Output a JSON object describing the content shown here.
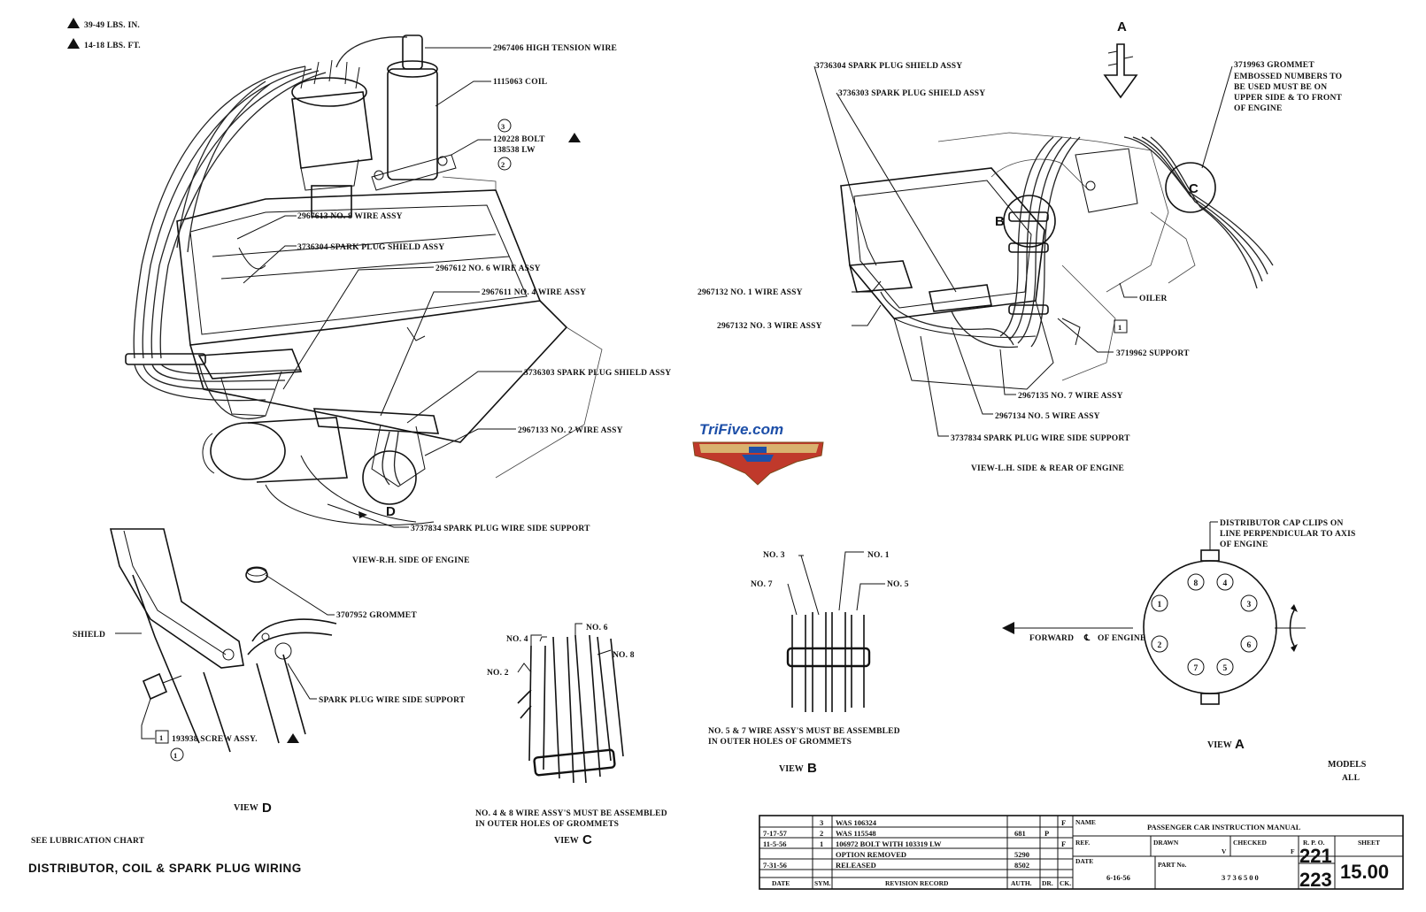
{
  "torque_legend": [
    {
      "text": "39-49 LBS. IN."
    },
    {
      "text": "14-18 LBS. FT."
    }
  ],
  "rh_view": {
    "caption": "VIEW-R.H. SIDE OF ENGINE",
    "labels": {
      "high_tension_wire": "2967406 HIGH TENSION WIRE",
      "coil": "1115063 COIL",
      "bolt_num": "3",
      "bolt": "120228 BOLT",
      "lw": "138538 LW",
      "lw_num": "2",
      "no8_wire": "2967613 NO. 8 WIRE ASSY",
      "shield_assy_1": "3736304 SPARK PLUG SHIELD ASSY",
      "no6_wire": "2967612 NO. 6 WIRE ASSY",
      "no4_wire": "2967611 NO. 4 WIRE ASSY",
      "shield_assy_2": "3736303 SPARK PLUG SHIELD ASSY",
      "no2_wire": "2967133 NO. 2 WIRE ASSY",
      "side_support": "3737834 SPARK PLUG WIRE SIDE SUPPORT",
      "circle_d": "D"
    }
  },
  "lh_view": {
    "caption": "VIEW-L.H. SIDE & REAR OF ENGINE",
    "labels": {
      "shield_304": "3736304 SPARK PLUG SHIELD ASSY",
      "shield_303": "3736303 SPARK PLUG SHIELD ASSY",
      "grommet_1": "3719963 GROMMET",
      "grommet_2": "EMBOSSED NUMBERS TO",
      "grommet_3": "BE USED MUST BE ON",
      "grommet_4": "UPPER SIDE & TO FRONT",
      "grommet_5": "OF ENGINE",
      "arrow_a": "A",
      "circle_b": "B",
      "circle_c": "C",
      "oiler": "OILER",
      "no1_wire": "2967132 NO. 1 WIRE ASSY",
      "no3_wire": "2967132 NO. 3 WIRE ASSY",
      "support_num": "1",
      "support": "3719962 SUPPORT",
      "no7_wire": "2967135 NO. 7 WIRE ASSY",
      "no5_wire": "2967134 NO. 5 WIRE ASSY",
      "side_support": "3737834 SPARK PLUG WIRE SIDE SUPPORT"
    }
  },
  "logo": {
    "text": "TriFive.com"
  },
  "view_d": {
    "view_word": "VIEW",
    "view_letter": "D",
    "shield": "SHIELD",
    "grommet": "3707952 GROMMET",
    "side_support": "SPARK PLUG WIRE SIDE SUPPORT",
    "screw_num_box": "1",
    "screw": "193938 SCREW ASSY.",
    "screw_num_circle": "1"
  },
  "view_c": {
    "view_word": "VIEW",
    "view_letter": "C",
    "no4": "NO. 4",
    "no6": "NO. 6",
    "no2": "NO. 2",
    "no8": "NO. 8",
    "note_1": "NO. 4 & 8 WIRE ASSY'S MUST BE ASSEMBLED",
    "note_2": "IN OUTER HOLES OF GROMMETS"
  },
  "view_b": {
    "view_word": "VIEW",
    "view_letter": "B",
    "no3": "NO. 3",
    "no1": "NO. 1",
    "no7": "NO. 7",
    "no5": "NO. 5",
    "note_1": "NO. 5 & 7 WIRE ASSY'S MUST BE ASSEMBLED",
    "note_2": "IN OUTER HOLES OF GROMMETS"
  },
  "view_a": {
    "view_word": "VIEW",
    "view_letter": "A",
    "clip_1": "DISTRIBUTOR CAP CLIPS ON",
    "clip_2": "LINE PERPENDICULAR TO AXIS",
    "clip_3": "OF ENGINE",
    "forward": "FORWARD",
    "cl_mark": "℄",
    "of_engine": "OF ENGINE",
    "terminals": [
      "8",
      "4",
      "1",
      "3",
      "2",
      "6",
      "7",
      "5"
    ]
  },
  "footer": {
    "see_lub": "SEE LUBRICATION CHART",
    "title": "DISTRIBUTOR, COIL & SPARK PLUG WIRING",
    "models": "MODELS",
    "models_all": "ALL"
  },
  "title_block": {
    "revisions": [
      {
        "date": "",
        "sym": "3",
        "record": "WAS 106324",
        "auth": "",
        "dr": "",
        "ck": "F"
      },
      {
        "date": "7-17-57",
        "sym": "2",
        "record": "WAS 115548",
        "auth": "681",
        "dr": "P",
        "ck": ""
      },
      {
        "date": "11-5-56",
        "sym": "1",
        "record": "106972 BOLT WITH 103319 LW",
        "auth": "",
        "dr": "",
        "ck": "F"
      },
      {
        "date": "",
        "sym": "",
        "record": "OPTION REMOVED",
        "auth": "5290",
        "dr": "",
        "ck": ""
      },
      {
        "date": "7-31-56",
        "sym": "",
        "record": "RELEASED",
        "auth": "8502",
        "dr": "",
        "ck": ""
      }
    ],
    "headers": {
      "date": "DATE",
      "sym": "SYM.",
      "record": "REVISION RECORD",
      "auth": "AUTH.",
      "dr": "DR.",
      "ck": "CK."
    },
    "name_label": "NAME",
    "name_value": "PASSENGER CAR INSTRUCTION MANUAL",
    "ref_label": "REF.",
    "drawn_label": "DRAWN",
    "drawn_value": "V",
    "checked_label": "CHECKED",
    "checked_value": "F",
    "rpo_label": "R. P. O.",
    "rpo_1": "221",
    "rpo_2": "223",
    "sheet_label": "SHEET",
    "sheet_value": "15.00",
    "date_label": "DATE",
    "date_value": "6-16-56",
    "part_label": "PART No.",
    "part_value": "3736500"
  }
}
